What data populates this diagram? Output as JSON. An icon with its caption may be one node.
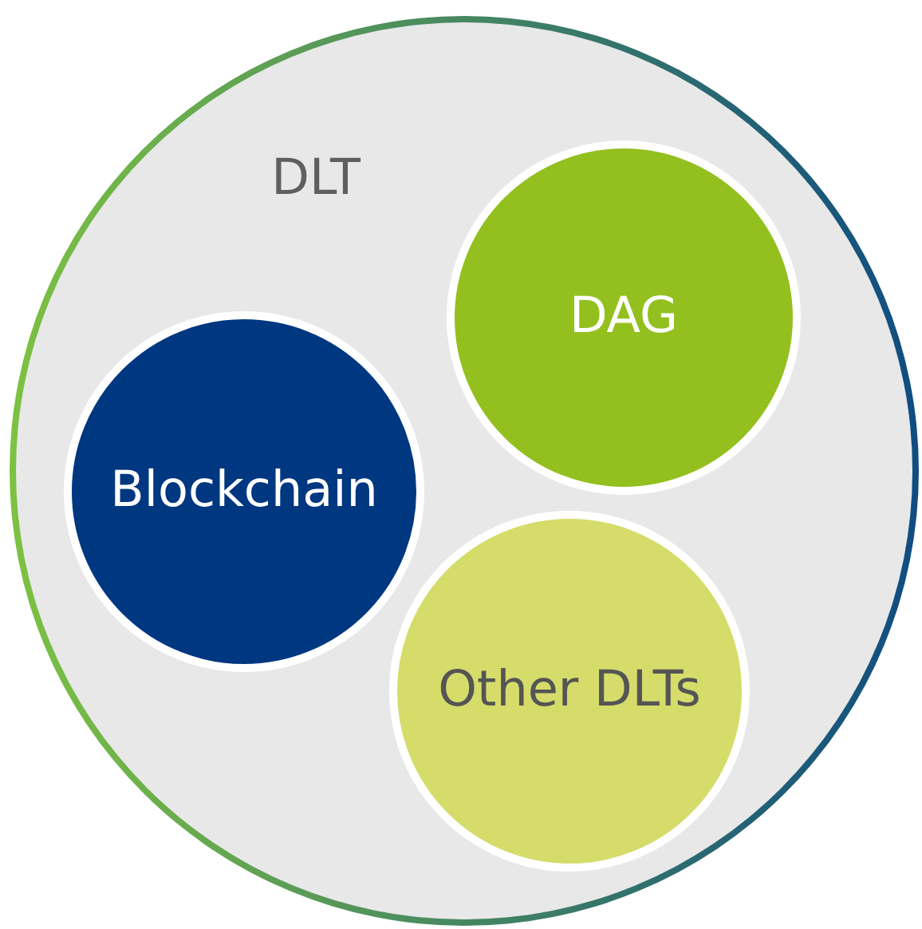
{
  "diagram": {
    "nodes": [
      {
        "text": [
          "DLT"
        ]
      },
      {
        "text": [
          "DAG"
        ],
        "in": 0
      },
      {
        "text": [
          "Blockchain"
        ],
        "in": 0
      },
      {
        "text": [
          "Other DLTs"
        ],
        "in": 0
      }
    ]
  }
}
